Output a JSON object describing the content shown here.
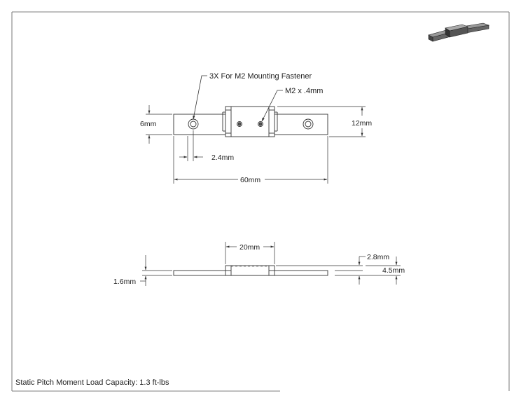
{
  "notes": {
    "mounting_fastener": "3X For M2 Mounting Fastener",
    "thread": "M2 x .4mm",
    "load_capacity": "Static Pitch Moment Load Capacity: 1.3 ft-lbs"
  },
  "top_view": {
    "rail_width": "6mm",
    "carriage_width": "12mm",
    "hole_offset": "2.4mm",
    "rail_length": "60mm"
  },
  "side_view": {
    "carriage_length": "20mm",
    "rail_thickness": "1.6mm",
    "carriage_step": "2.8mm",
    "total_height": "4.5mm"
  },
  "colors": {
    "line": "#333333",
    "hole": "#555555"
  },
  "icons": {
    "thumbnail": "linear-rail-iso-icon"
  }
}
